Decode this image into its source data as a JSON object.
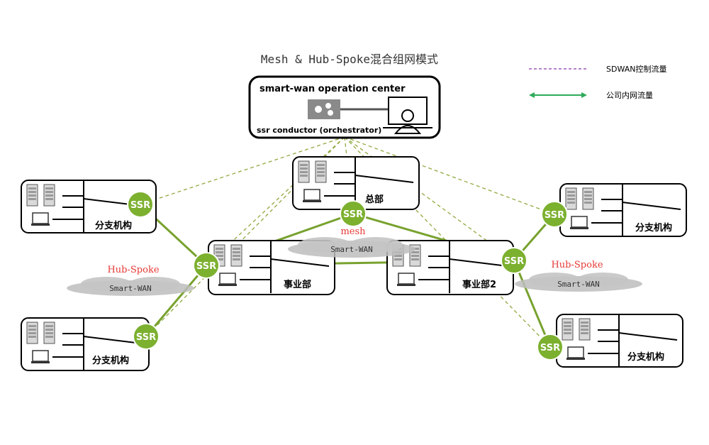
{
  "diagram": {
    "title": "Mesh & Hub-Spoke混合组网模式",
    "legend": {
      "control_label": "SDWAN控制流量",
      "data_label": "公司内网流量",
      "control_color": "#9b59b6",
      "data_color": "#2eaa5a"
    },
    "operation_center": {
      "title": "smart-wan operation center",
      "conductor": "ssr conductor (orchestrator)"
    },
    "sites": {
      "hq": "总部",
      "division1": "事业部",
      "division2": "事业部2",
      "branch_top_left": "分支机构",
      "branch_bottom_left": "分支机构",
      "branch_top_right": "分支机构",
      "branch_bottom_right": "分支机构"
    },
    "router_label": "SSR",
    "clouds": {
      "mesh_label": "mesh",
      "mesh_cloud": "Smart-WAN",
      "hub_left_label": "Hub-Spoke",
      "hub_left_cloud": "Smart-WAN",
      "hub_right_label": "Hub-Spoke",
      "hub_right_cloud": "Smart-WAN"
    },
    "colors": {
      "ssr_green": "#7cb02f",
      "link_green": "#78a22f",
      "dashed_control": "#8faa3e",
      "label_red": "#e53935"
    }
  }
}
